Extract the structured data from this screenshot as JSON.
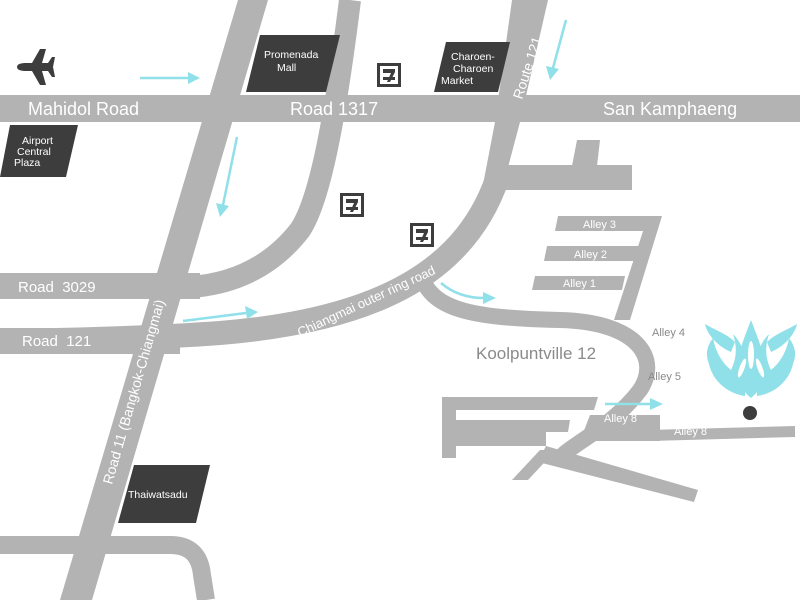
{
  "roads": {
    "mahidol": "Mahidol Road",
    "r1317": "Road 1317",
    "san_kamphaeng": "San Kamphaeng",
    "route121": "Route 121",
    "r3029": "Road  3029",
    "r121": "Road  121",
    "outer_ring": "Chiangmai outer ring road",
    "r11": "Road 11 (Bangkok-Chiangmai)"
  },
  "places": {
    "airport_plaza": [
      "Airport",
      "Central",
      "Plaza"
    ],
    "promenada": [
      "Promenada",
      "Mall"
    ],
    "charoen": [
      "Charoen-",
      "Charoen",
      "Market"
    ],
    "thaiwatsadu": "Thaiwatsadu",
    "village": "Koolpuntville 12"
  },
  "alleys": {
    "a1": "Alley 1",
    "a2": "Alley 2",
    "a3": "Alley 3",
    "a4": "Alley 4",
    "a5": "Alley 5",
    "a8": "Alley 8"
  },
  "icons": {
    "airport": "airplane-icon",
    "store": "seven-eleven-store-icon",
    "destination": "lotus-logo-icon",
    "pin": "destination-dot-icon"
  },
  "colors": {
    "road": "#b3b3b3",
    "building": "#3d3d3d",
    "arrow": "#8fe0e8",
    "logo": "#8fe0e8"
  }
}
